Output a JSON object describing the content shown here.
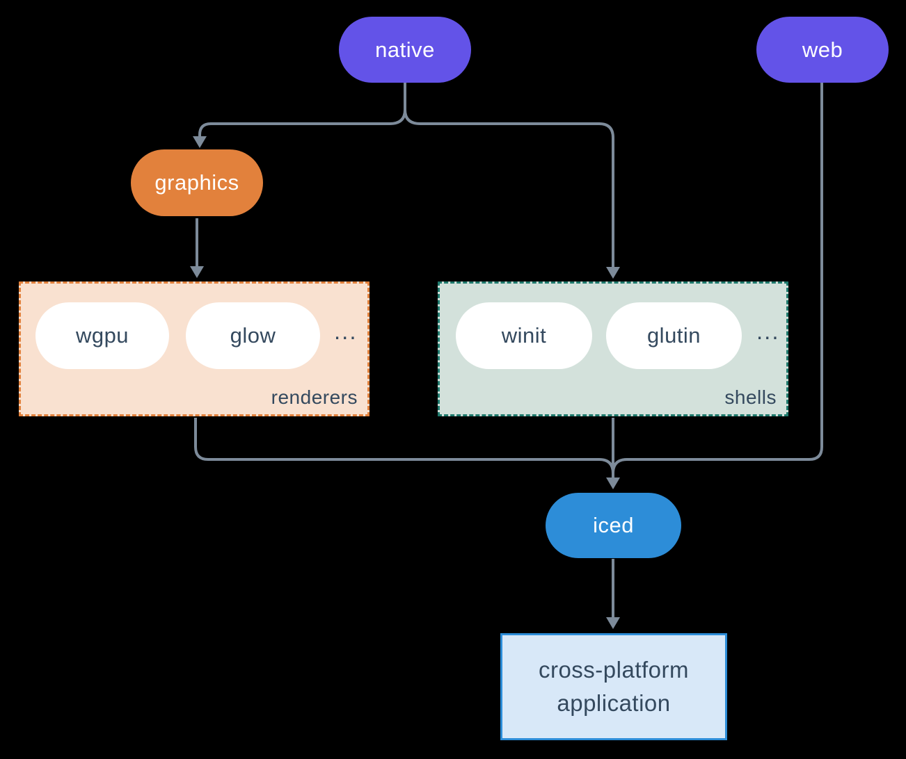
{
  "colors": {
    "background": "#000000",
    "node_purple": "#6353e8",
    "node_orange": "#e2813c",
    "node_blue": "#2d8dd8",
    "node_white": "#ffffff",
    "connector": "#7d8b9a",
    "dark_text": "#34495e",
    "renderers_fill": "#f9e1d0",
    "renderers_border": "#e2813c",
    "shells_fill": "#d3e1db",
    "shells_border": "#1f7a6d",
    "app_fill": "#d8e8f8",
    "app_border": "#2d8dd8"
  },
  "nodes": {
    "native": {
      "label": "native"
    },
    "web": {
      "label": "web"
    },
    "graphics": {
      "label": "graphics"
    },
    "wgpu": {
      "label": "wgpu"
    },
    "glow": {
      "label": "glow"
    },
    "winit": {
      "label": "winit"
    },
    "glutin": {
      "label": "glutin"
    },
    "iced": {
      "label": "iced"
    },
    "app": {
      "line1": "cross-platform",
      "line2": "application"
    }
  },
  "groups": {
    "renderers": {
      "label": "renderers",
      "ellipsis": "..."
    },
    "shells": {
      "label": "shells",
      "ellipsis": "..."
    }
  },
  "edges": [
    {
      "from": "native",
      "to": "graphics"
    },
    {
      "from": "native",
      "to": "shells"
    },
    {
      "from": "graphics",
      "to": "renderers"
    },
    {
      "from": "renderers",
      "to": "iced"
    },
    {
      "from": "shells",
      "to": "iced"
    },
    {
      "from": "web",
      "to": "iced"
    },
    {
      "from": "iced",
      "to": "app"
    }
  ]
}
